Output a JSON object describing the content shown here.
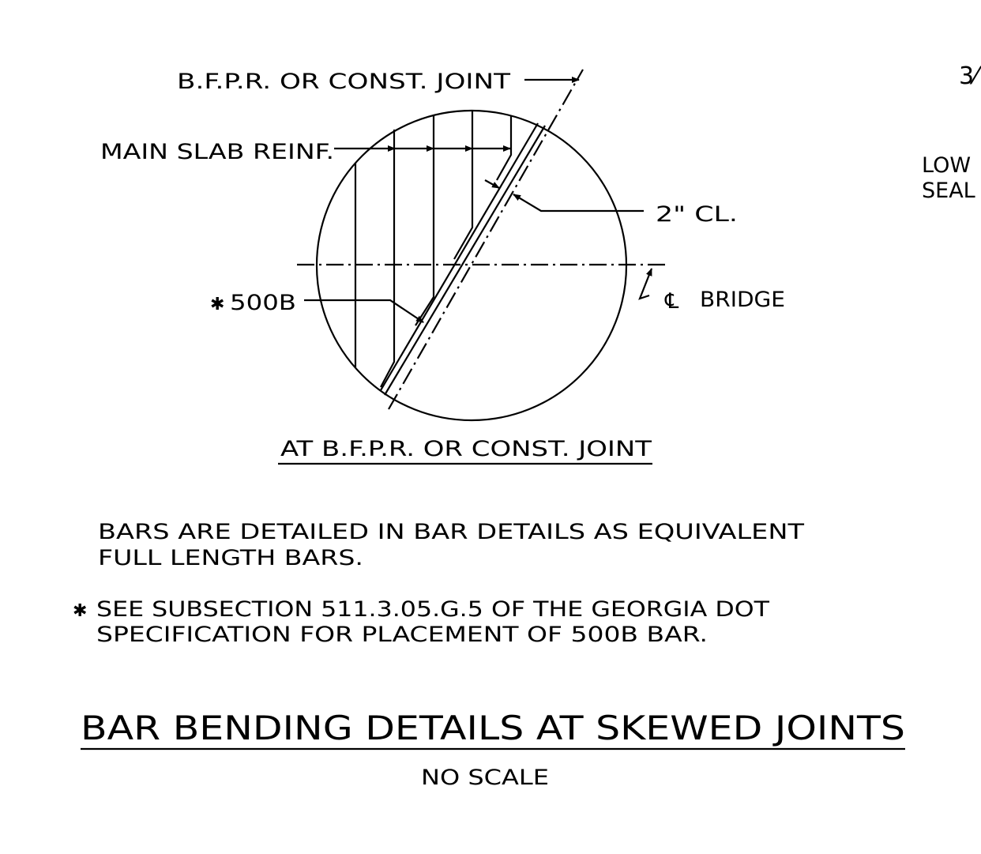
{
  "detail": {
    "labels": {
      "joint": "B.F.P.R. OR CONST. JOINT",
      "main_reinf": "MAIN SLAB REINF.",
      "clearance": "2\" CL.",
      "bar_mark": "500B",
      "bar_mark_star": "✱",
      "centerline": "BRIDGE",
      "centerline_symbol": "℄"
    },
    "caption": "AT B.F.P.R. OR CONST. JOINT"
  },
  "notes": {
    "note1_line1": "BARS ARE DETAILED IN BAR DETAILS AS EQUIVALENT",
    "note1_line2": "FULL LENGTH BARS.",
    "note2_star": "✱",
    "note2_line1": "SEE SUBSECTION 511.3.05.G.5 OF THE GEORGIA DOT",
    "note2_line2": "SPECIFICATION FOR PLACEMENT OF 500B BAR."
  },
  "title": {
    "main": "BAR BENDING DETAILS AT SKEWED JOINTS",
    "scale": "NO SCALE"
  },
  "cutoff": {
    "fraction": "3⁄",
    "line1": "LOW",
    "line2": "SEAL"
  }
}
